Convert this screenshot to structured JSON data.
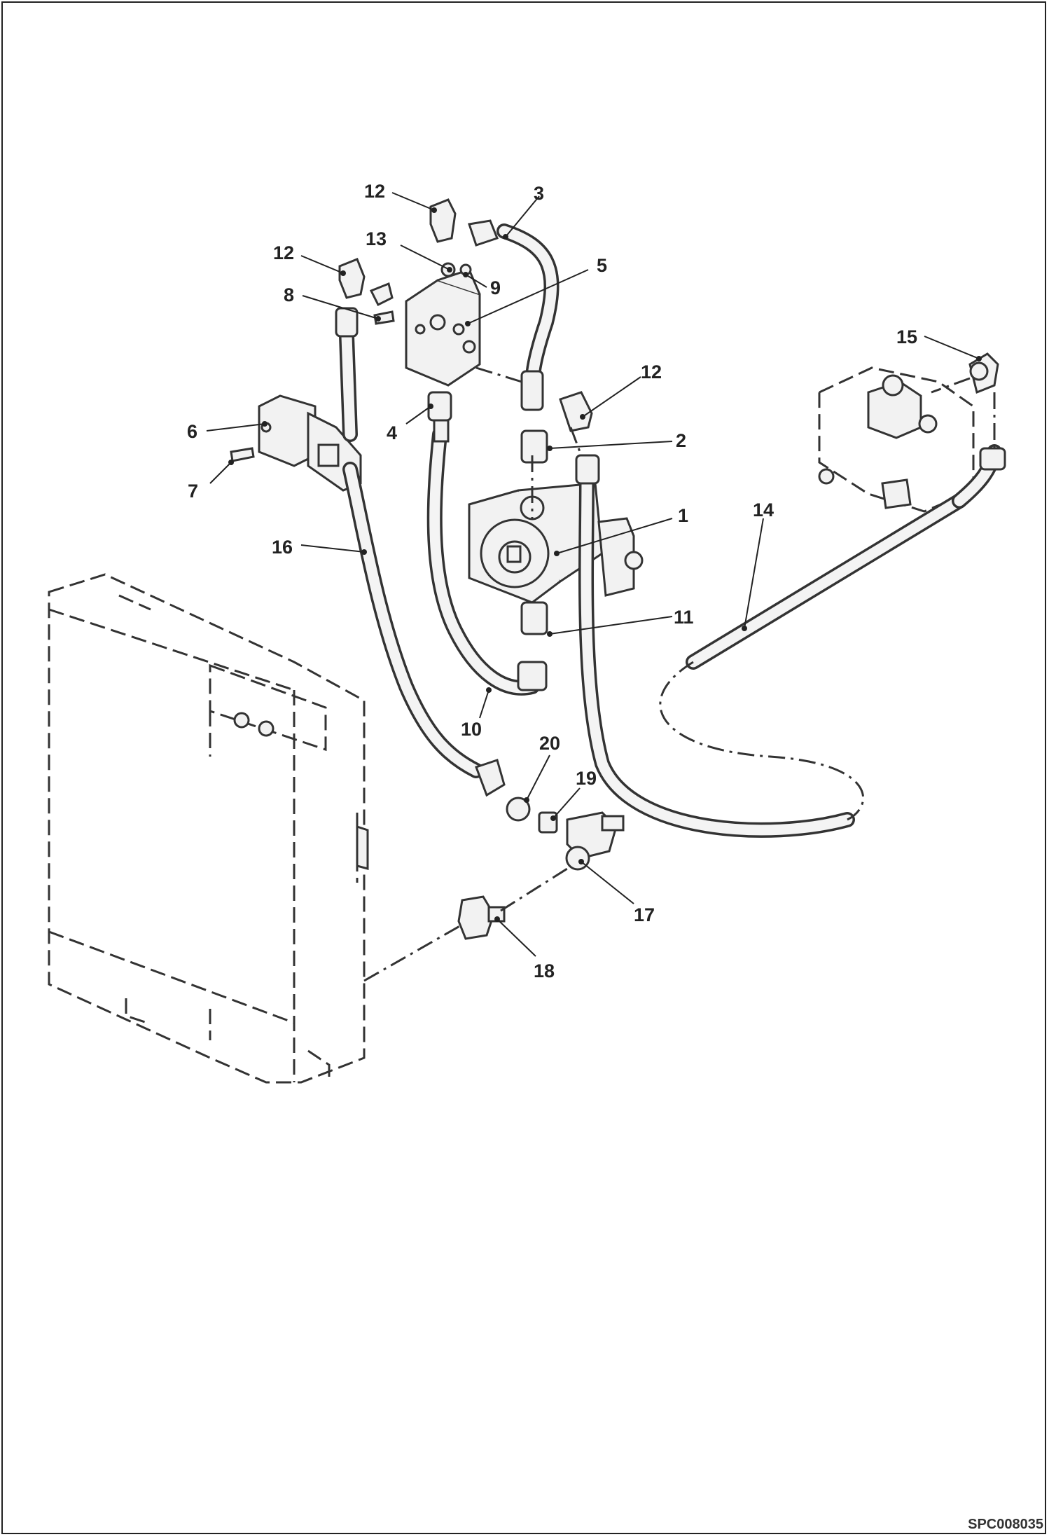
{
  "drawing_code": "SPC008035",
  "callouts": [
    {
      "key": "c1",
      "text": "1"
    },
    {
      "key": "c2",
      "text": "2"
    },
    {
      "key": "c3",
      "text": "3"
    },
    {
      "key": "c4",
      "text": "4"
    },
    {
      "key": "c5",
      "text": "5"
    },
    {
      "key": "c6",
      "text": "6"
    },
    {
      "key": "c7",
      "text": "7"
    },
    {
      "key": "c8",
      "text": "8"
    },
    {
      "key": "c9",
      "text": "9"
    },
    {
      "key": "c10",
      "text": "10"
    },
    {
      "key": "c11",
      "text": "11"
    },
    {
      "key": "c12a",
      "text": "12"
    },
    {
      "key": "c12b",
      "text": "12"
    },
    {
      "key": "c12c",
      "text": "12"
    },
    {
      "key": "c13",
      "text": "13"
    },
    {
      "key": "c14",
      "text": "14"
    },
    {
      "key": "c15",
      "text": "15"
    },
    {
      "key": "c16",
      "text": "16"
    },
    {
      "key": "c17",
      "text": "17"
    },
    {
      "key": "c18",
      "text": "18"
    },
    {
      "key": "c19",
      "text": "19"
    },
    {
      "key": "c20",
      "text": "20"
    }
  ]
}
